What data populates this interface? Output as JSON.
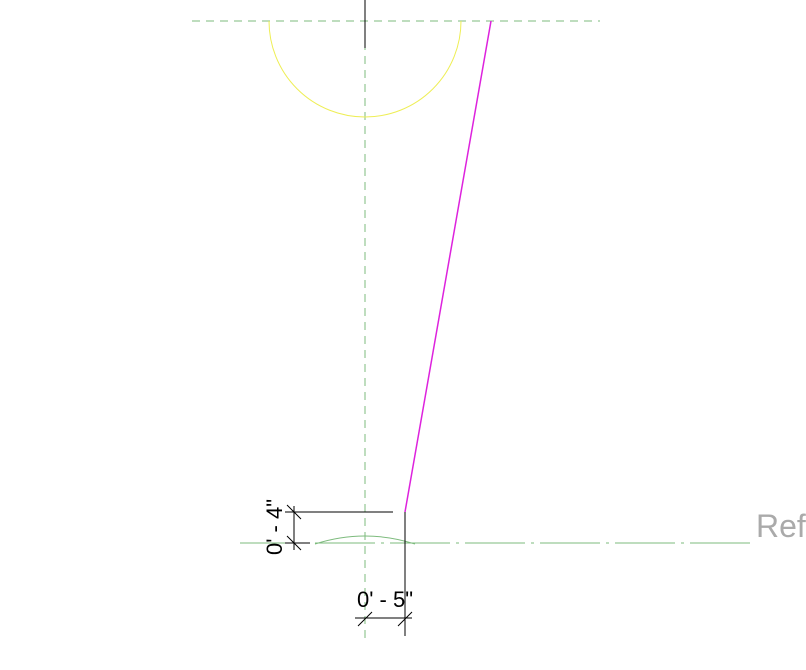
{
  "view": {
    "background": "#ffffff",
    "colors": {
      "reference_plane": "#7dbb7d",
      "profile_line": "#dd22dd",
      "arc": "#eeee55",
      "dimension": "#000000",
      "level_label": "#aaaaaa"
    }
  },
  "dimensions": {
    "vertical_label": "0' - 4\"",
    "horizontal_label": "0' - 5\""
  },
  "level": {
    "label": "Ref"
  }
}
